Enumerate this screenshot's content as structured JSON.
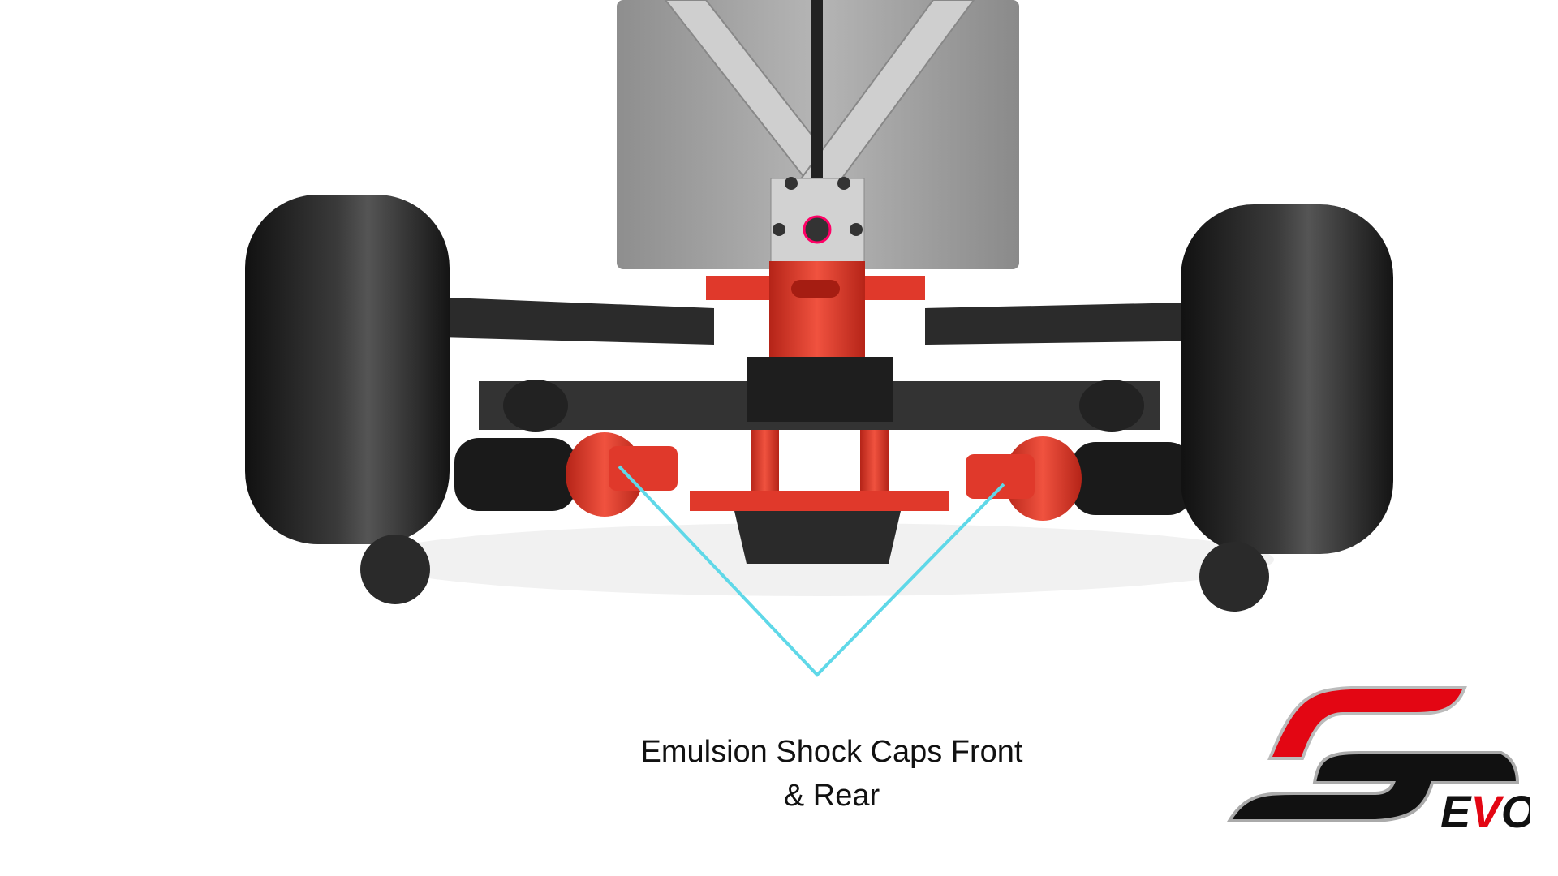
{
  "caption": {
    "line1": "Emulsion Shock Caps Front",
    "line2": "& Rear"
  },
  "logo": {
    "text": "EVO",
    "icon": "sevo-logo"
  },
  "colors": {
    "callout_line": "#5fd8e8",
    "anodized_red": "#e0392b",
    "chassis_gray": "#9a9a9a",
    "carbon_dark": "#2b2b2b",
    "logo_red": "#e30613"
  }
}
